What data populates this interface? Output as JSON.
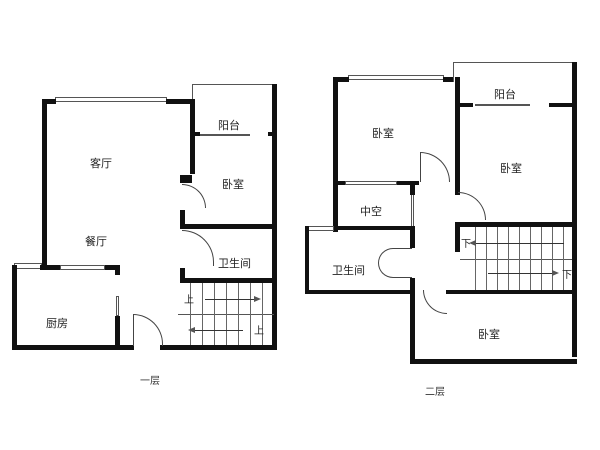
{
  "floors": [
    {
      "name": "一层",
      "rooms": [
        {
          "id": "living",
          "label": "客厅"
        },
        {
          "id": "dining",
          "label": "餐厅"
        },
        {
          "id": "balcony",
          "label": "阳台"
        },
        {
          "id": "bedroom",
          "label": "卧室"
        },
        {
          "id": "bathroom",
          "label": "卫生间"
        },
        {
          "id": "kitchen",
          "label": "厨房"
        }
      ],
      "stairs": {
        "up_label_1": "上",
        "up_label_2": "上"
      }
    },
    {
      "name": "二层",
      "rooms": [
        {
          "id": "bedroom1",
          "label": "卧室"
        },
        {
          "id": "balcony",
          "label": "阳台"
        },
        {
          "id": "bedroom2",
          "label": "卧室"
        },
        {
          "id": "void",
          "label": "中空"
        },
        {
          "id": "bathroom",
          "label": "卫生间"
        },
        {
          "id": "bedroom3",
          "label": "卧室"
        }
      ],
      "stairs": {
        "down_label_1": "下",
        "down_label_2": "下"
      }
    }
  ]
}
